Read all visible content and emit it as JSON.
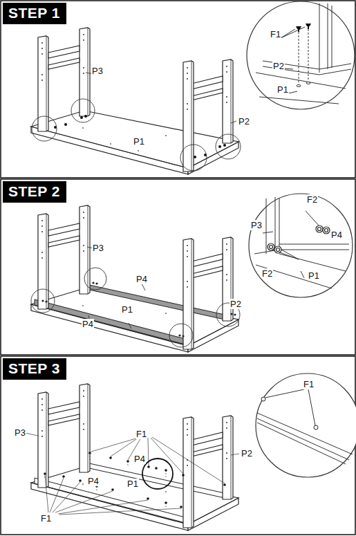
{
  "diagram": {
    "nodes": [
      {
        "text": [
          "STEP 1"
        ]
      },
      {
        "text": [
          "STEP 2"
        ]
      },
      {
        "text": [
          "STEP 3"
        ]
      }
    ],
    "labels": [
      "P3",
      "F1",
      "P2",
      "P1",
      "P2",
      "P1",
      "F2",
      "P3",
      "P4",
      "P3",
      "P4",
      "F2",
      "P1",
      "P2",
      "P1",
      "P4",
      "F1",
      "F1",
      "P3",
      "P2",
      "P4",
      "P1",
      "P4",
      "F1"
    ]
  }
}
